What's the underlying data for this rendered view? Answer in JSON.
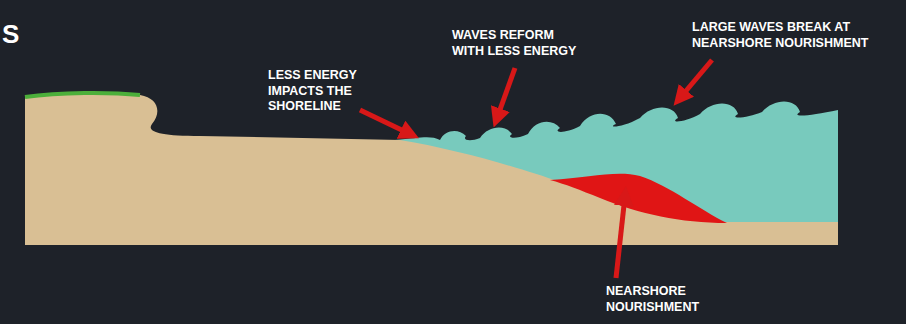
{
  "diagram": {
    "labels": [
      "S",
      "LESS ENERGY IMPACTS THE SHORELINE",
      "WAVES REFORM WITH LESS ENERGY",
      "LARGE WAVES BREAK AT NEARSHORE NOURISHMENT",
      "NEARSHORE NOURISHMENT"
    ]
  }
}
